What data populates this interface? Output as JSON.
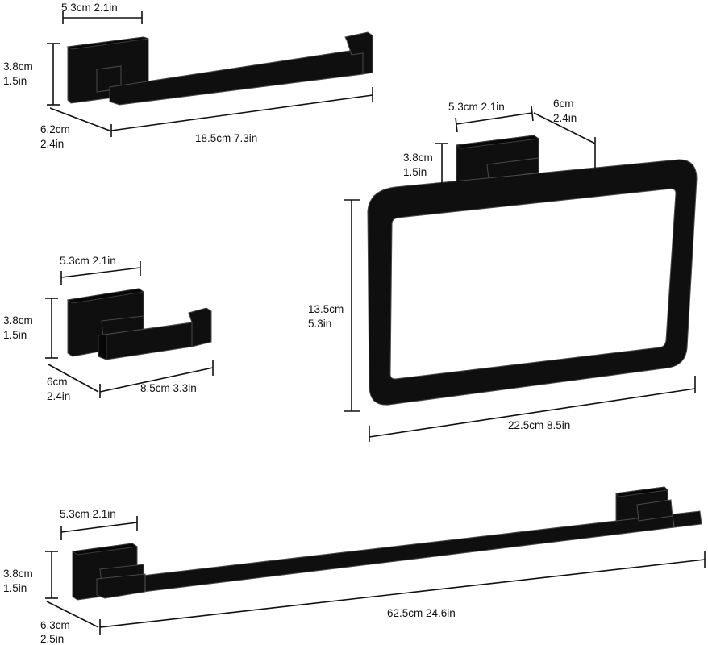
{
  "products": {
    "towel_holder": {
      "base_width": "5.3cm 2.1in",
      "height_cm": "3.8cm",
      "height_in": "1.5in",
      "depth_cm": "6.2cm",
      "depth_in": "2.4in",
      "length": "18.5cm 7.3in"
    },
    "towel_ring": {
      "base_width": "5.3cm 2.1in",
      "depth_cm": "6cm",
      "depth_in": "2.4in",
      "base_height_cm": "3.8cm",
      "base_height_in": "1.5in",
      "height_cm": "13.5cm",
      "height_in": "5.3in",
      "width": "22.5cm 8.5in"
    },
    "robe_hook": {
      "base_width": "5.3cm 2.1in",
      "height_cm": "3.8cm",
      "height_in": "1.5in",
      "depth_cm": "6cm",
      "depth_in": "2.4in",
      "length": "8.5cm 3.3in"
    },
    "towel_bar": {
      "base_width": "5.3cm 2.1in",
      "height_cm": "3.8cm",
      "height_in": "1.5in",
      "depth_cm": "6.3cm",
      "depth_in": "2.5in",
      "length": "62.5cm 24.6in"
    }
  }
}
